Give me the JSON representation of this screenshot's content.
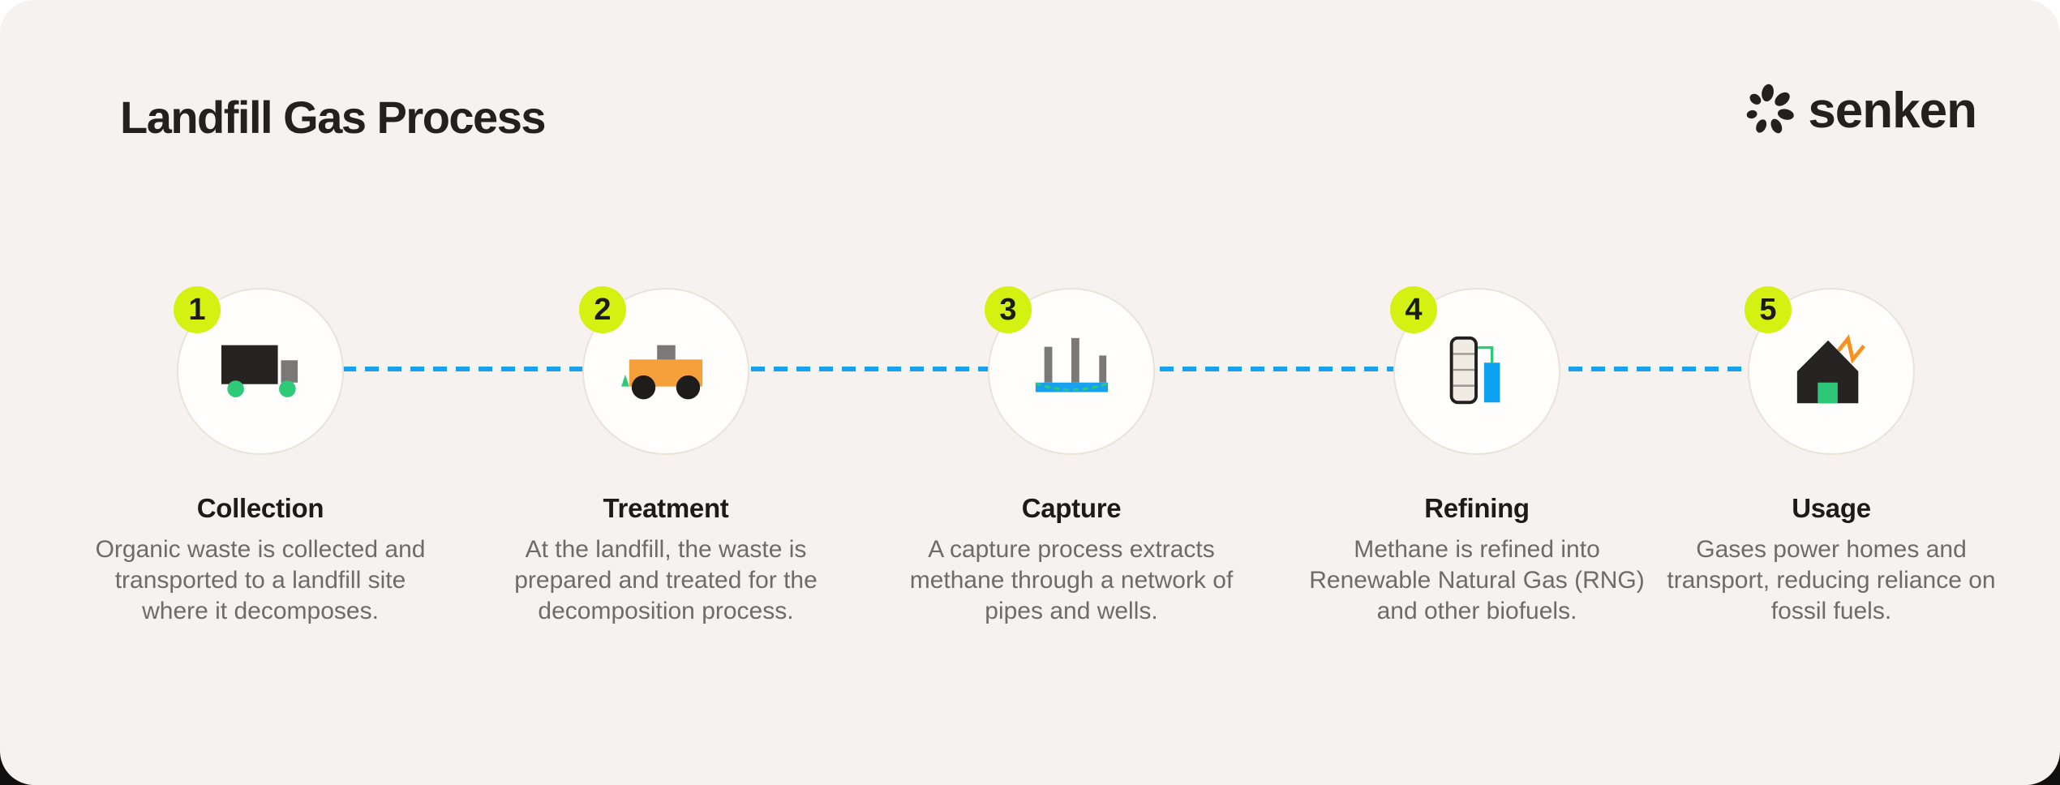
{
  "page": {
    "title": "Landfill Gas Process"
  },
  "brand": {
    "name": "senken",
    "logo_icon": "flower-petals-icon"
  },
  "connector": {
    "style": "dashed",
    "color": "#18a1ef"
  },
  "steps": [
    {
      "number": "1",
      "title": "Collection",
      "description": "Organic waste is collected and transported to a landfill site where it decomposes.",
      "icon": "garbage-truck-icon"
    },
    {
      "number": "2",
      "title": "Treatment",
      "description": "At the landfill, the waste is prepared and treated for the decomposition process.",
      "icon": "compactor-vehicle-icon"
    },
    {
      "number": "3",
      "title": "Capture",
      "description": "A capture process extracts methane through a network of pipes and wells.",
      "icon": "extraction-wells-icon"
    },
    {
      "number": "4",
      "title": "Refining",
      "description": "Methane is refined into Renewable Natural Gas (RNG) and other biofuels.",
      "icon": "refinery-tower-icon"
    },
    {
      "number": "5",
      "title": "Usage",
      "description": "Gases power homes and transport, reducing reliance on fossil fuels.",
      "icon": "house-energy-icon"
    }
  ],
  "colors": {
    "card_background": "#f5f2ef",
    "accent_lime": "#d3f211",
    "accent_blue": "#18a1ef",
    "accent_green": "#2fca77",
    "accent_orange": "#f6a03c",
    "text_dark": "#23211e",
    "text_gray": "#6f6b67",
    "circle_border": "#eae3d9"
  }
}
